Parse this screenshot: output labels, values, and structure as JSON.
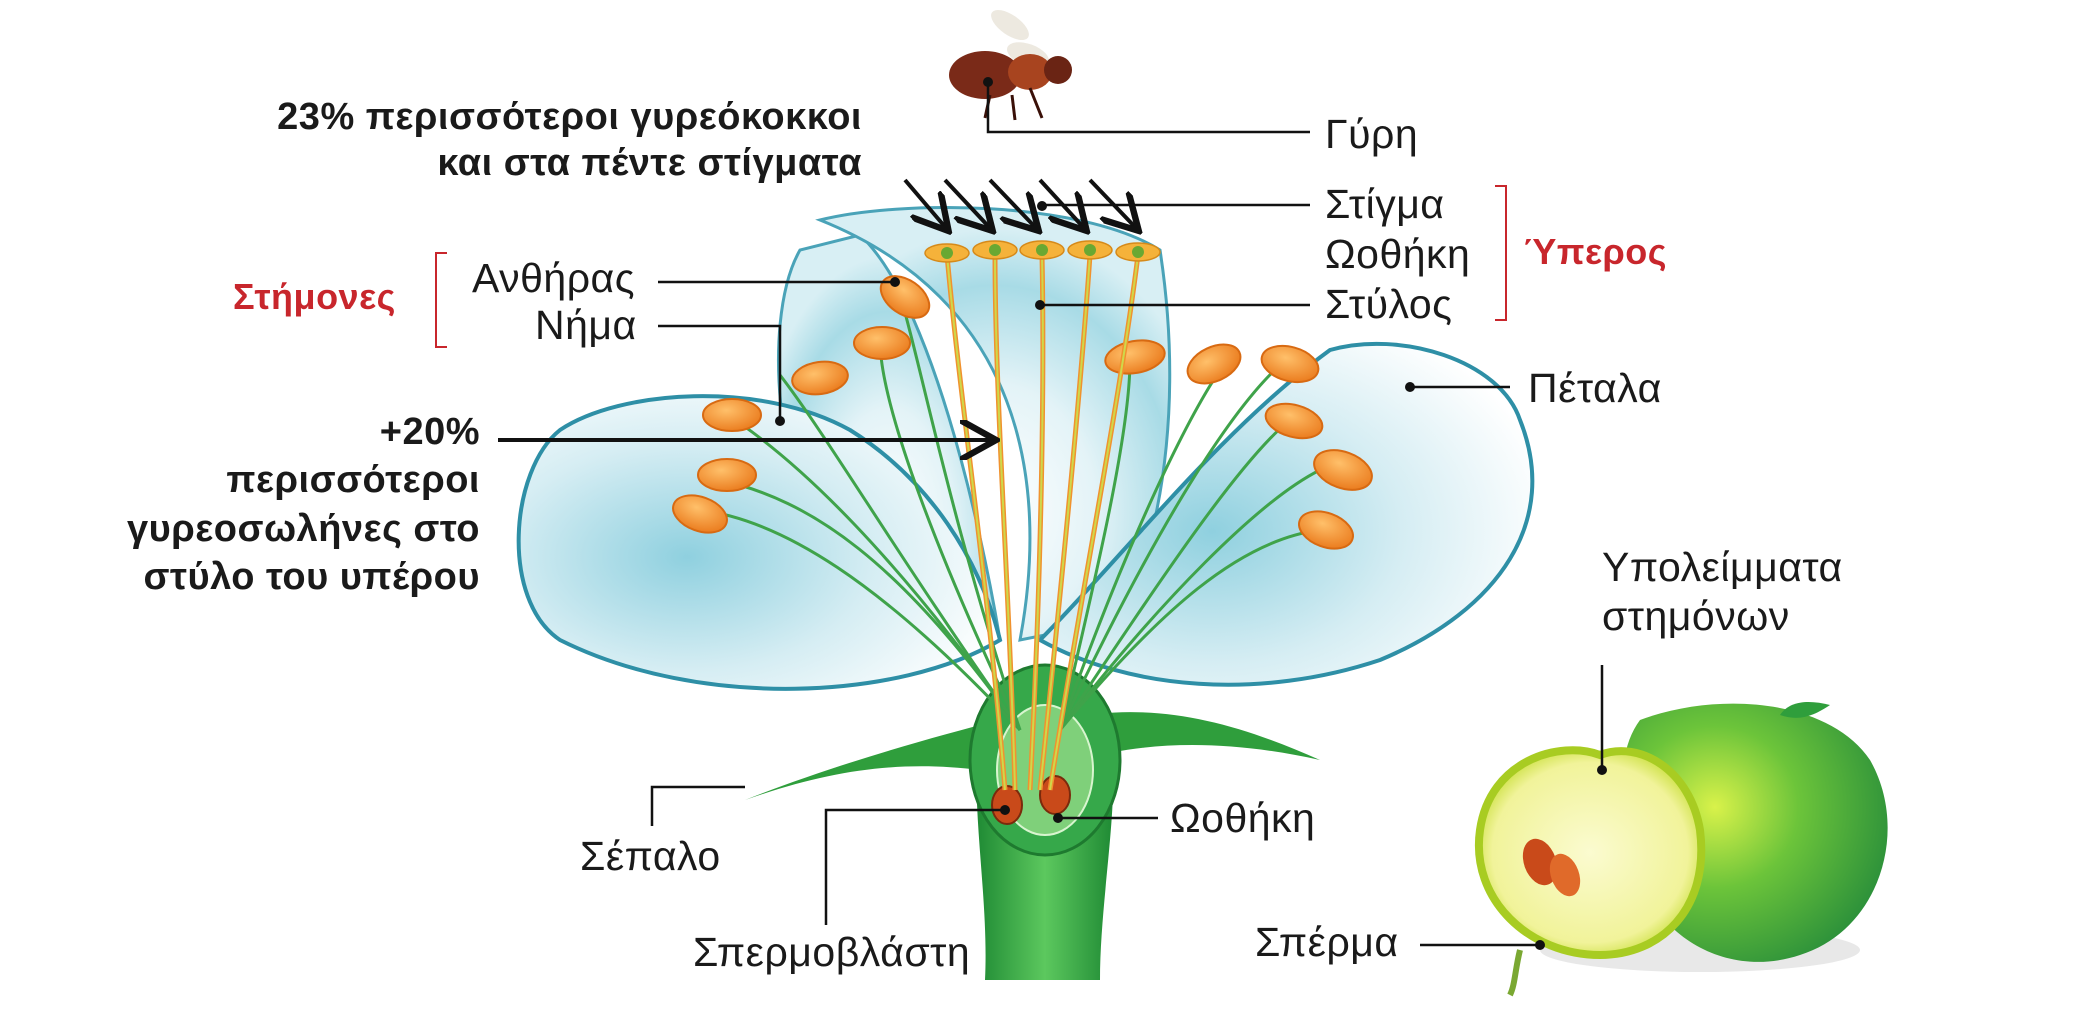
{
  "callouts": {
    "stigmas_note": [
      "23% περισσότεροι γυρεόκοκκοι",
      "και στα πέντε στίγματα"
    ],
    "style_note": [
      "+20%",
      "περισσότεροι",
      "γυρεοσωλήνες στο",
      "στύλο του υπέρου"
    ]
  },
  "groups": {
    "stamens": "Στήμονες",
    "pistil": "Ύπερος"
  },
  "labels": {
    "pollen": "Γύρη",
    "stigma": "Στίγμα",
    "ovary_upper": "Ωοθήκη",
    "style": "Στύλος",
    "anther": "Ανθήρας",
    "filament": "Νήμα",
    "petals": "Πέταλα",
    "stamen_remains": [
      "Υπολείμματα",
      "στημόνων"
    ],
    "sepal": "Σέπαλο",
    "ovule": "Σπερμοβλάστη",
    "ovary_lower": "Ωοθήκη",
    "seed": "Σπέρμα"
  },
  "colors": {
    "accent_red": "#c8262c",
    "anther_orange": "#f0892a",
    "filament_green": "#3fa34a",
    "petal_blue": "#6ec3d6",
    "sepal_green": "#2f9e3c",
    "apple_green": "#7bc832"
  },
  "icons": [
    "bee-icon",
    "flower-illustration",
    "apple-illustration"
  ]
}
